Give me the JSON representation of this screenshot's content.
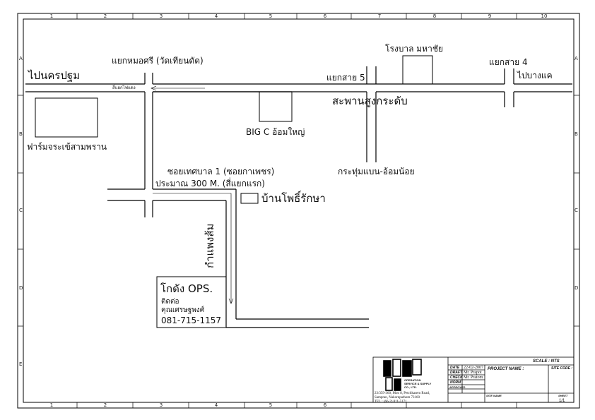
{
  "ruler": {
    "columns": [
      "1",
      "2",
      "3",
      "4",
      "5",
      "6",
      "7",
      "8",
      "9",
      "10"
    ],
    "rows": [
      "A",
      "B",
      "C",
      "D",
      "E"
    ]
  },
  "map": {
    "to_nakhon_pathom": "ไปนครปฐม",
    "to_bang_khae": "ไปบางแค",
    "intersection_mo_sri": "แยกหมอศรี (วัดเทียนดัด)",
    "traffic_light_intersection": "สี่แยกไฟแดง",
    "intersection_5": "แยกสาย 5",
    "intersection_4": "แยกสาย 4",
    "mahachai_hospital": "โรงบาล มหาชัย",
    "road_main": "สะพานสูงกระดับ",
    "big_c": "BIG C  อ้อมใหญ่",
    "crocodile_farm": "ฟาร์มจระเข้สามพราน",
    "soi_line1": "ซอยเทศบาล 1 (ซอยกาเพชร)",
    "soi_line2": "ประมาณ 300 M. (สี่แยกแรก)",
    "road_kratum": "กระทุ่มแบน-อ้อมน้อย",
    "ban_pho": "บ้านโพธิ์รักษา",
    "kampaeng_road": "กำแพงส้ม",
    "warehouse_title": "โกดัง OPS.",
    "contact_label": "ติดต่อ",
    "contact_name": "คุณเศรษฐพงศ์",
    "contact_phone": "081-715-1157"
  },
  "title_block": {
    "scale_label": "SCALE : NTS",
    "date_label": "DATE",
    "date_value": "22-02-2007",
    "draft_label": "DRAFT",
    "draft_value": "Mr. Prapot",
    "check_label": "CHECK",
    "check_value": "Mr. Pratom",
    "norm_label": "NORM",
    "approved_label": "APPROVED",
    "project_name_label": "PROJECT NAME :",
    "site_code_label": "SITE CODE :",
    "site_name_label": "SITE NAME",
    "sheet_label": "SHEET",
    "sheet_value": "1/1",
    "logo_text": "OPS",
    "company_line1": "OPERATION",
    "company_line2": "SERVICE & SUPPLY",
    "company_line3": "CO., LTD.",
    "address_line1": "23/359-360, Moo 8, Petchkasem Road,",
    "address_line2": "Sampran, Nakornpathom 73160",
    "address_line3": "TEL : (66-2) 811-5171"
  }
}
